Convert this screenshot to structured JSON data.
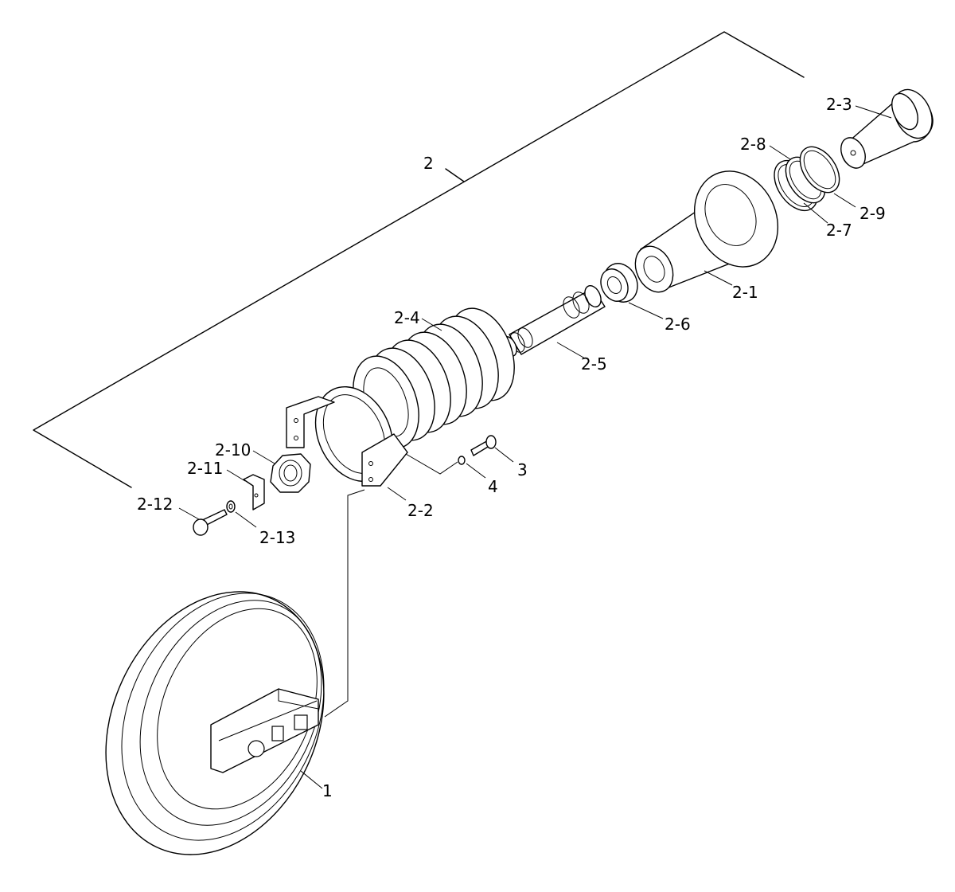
{
  "callouts": {
    "c2": "2",
    "c2_1": "2-1",
    "c2_2": "2-2",
    "c2_3": "2-3",
    "c2_4": "2-4",
    "c2_5": "2-5",
    "c2_6": "2-6",
    "c2_7": "2-7",
    "c2_8": "2-8",
    "c2_9": "2-9",
    "c2_10": "2-10",
    "c2_11": "2-11",
    "c2_12": "2-12",
    "c2_13": "2-13",
    "c3": "3",
    "c4": "4",
    "c1": "1"
  },
  "colors": {
    "ink": "#000000",
    "paper": "#ffffff"
  }
}
